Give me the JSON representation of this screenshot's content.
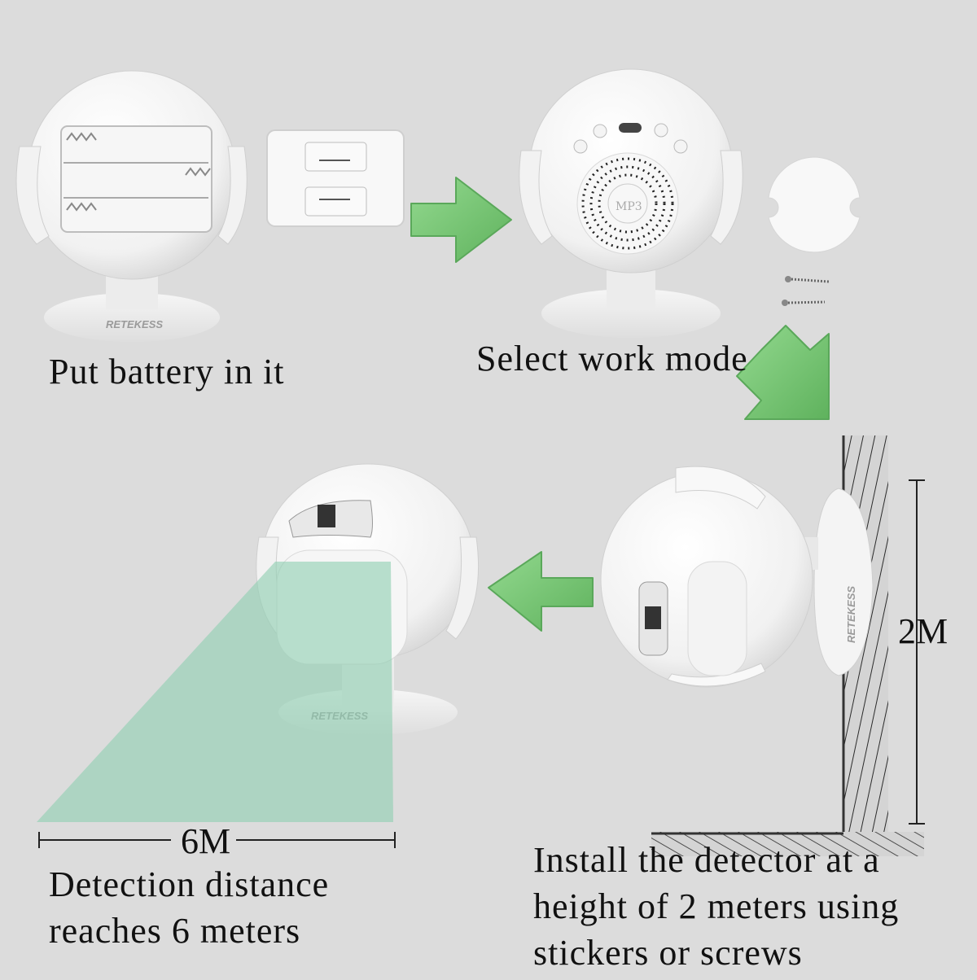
{
  "steps": [
    {
      "caption": "Put battery in it"
    },
    {
      "caption": "Select work mode"
    },
    {
      "caption": "Install the detector at a height of 2 meters using stickers or screws",
      "lines": [
        "Install the detector at a",
        "height of 2 meters using",
        "stickers or screws"
      ]
    },
    {
      "caption": "Detection distance reaches 6 meters",
      "lines": [
        "Detection distance",
        "reaches 6 meters"
      ]
    }
  ],
  "dimensions": {
    "height_label": "2M",
    "distance_label": "6M"
  },
  "brand": "RETEKESS",
  "speaker_label": "MP3",
  "colors": {
    "arrow": "#7ccc7a",
    "beam": "#a9d9c3",
    "background": "#dcdcdc",
    "device": "#f7f7f7"
  }
}
